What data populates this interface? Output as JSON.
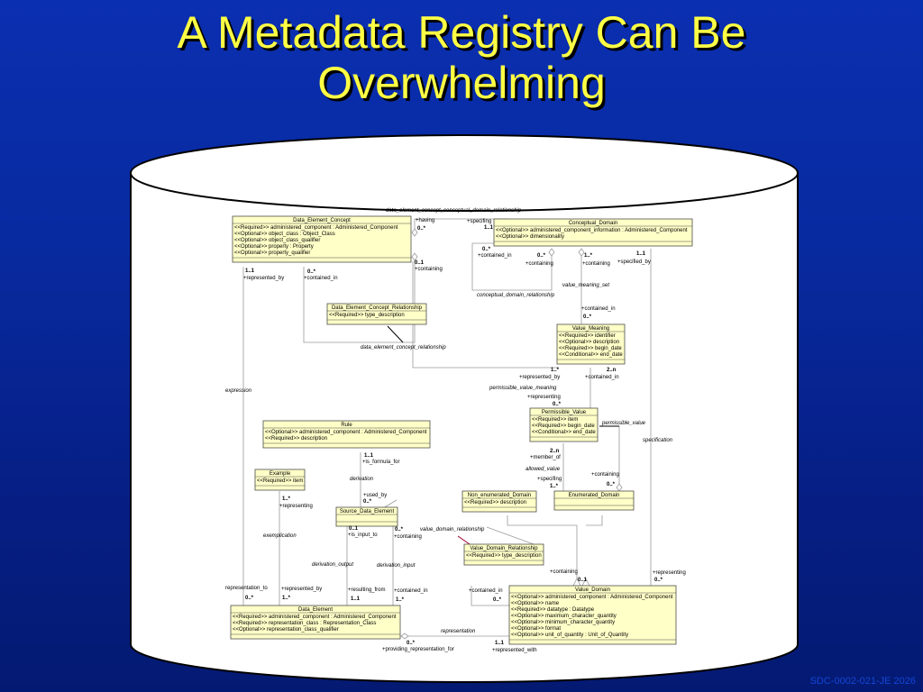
{
  "title_line1": "A Metadata Registry Can Be",
  "title_line2": "Overwhelming",
  "footer": "SDC-0002-021-JE 2026",
  "colors": {
    "background": "#082aa0",
    "title": "#ffff44",
    "class_fill": "#ffffc8",
    "cylinder_fill": "#ffffff"
  },
  "classes": {
    "dec": {
      "name": "Data_Element_Concept",
      "attrs": [
        "<<Required>> administered_component : Administered_Component",
        "<<Optional>> object_class : Object_Class",
        "<<Optional>> object_class_qualifier",
        "<<Optional>> property : Property",
        "<<Optional>> property_qualifier"
      ]
    },
    "cd": {
      "name": "Conceptual_Domain",
      "attrs": [
        "<<Optional>> administered_component_information : Administered_Component",
        "<<Optional>> dimensionality"
      ]
    },
    "decr": {
      "name": "Data_Element_Concept_Relationship",
      "attrs": [
        "<<Required>> type_description"
      ]
    },
    "vm": {
      "name": "Value_Meaning",
      "attrs": [
        "<<Required>> identifier",
        "<<Optional>> description",
        "<<Required>> begin_date",
        "<<Conditional>> end_date"
      ]
    },
    "pv": {
      "name": "Permissible_Value",
      "attrs": [
        "<<Required>> item",
        "<<Required>> begin_date",
        "<<Conditional>> end_date"
      ]
    },
    "rule": {
      "name": "Rule",
      "attrs": [
        "<<Optional>> administered_component : Administered_Component",
        "<<Required>> description"
      ]
    },
    "example": {
      "name": "Example",
      "attrs": [
        "<<Required>> item"
      ]
    },
    "sde": {
      "name": "Source_Data_Element",
      "attrs": []
    },
    "ned": {
      "name": "Non_enumerated_Domain",
      "attrs": [
        "<<Required>> description"
      ]
    },
    "ed": {
      "name": "Enumerated_Domain",
      "attrs": []
    },
    "vdr": {
      "name": "Value_Domain_Relationship",
      "attrs": [
        "<<Required>> type_description"
      ]
    },
    "vd": {
      "name": "Value_Domain",
      "attrs": [
        "<<Optional>> administered_component : Administered_Component",
        "<<Optional>> name",
        "<<Required>> datatype : Datatype",
        "<<Optional>> maximum_character_quantity",
        "<<Optional>> minimum_character_quantity",
        "<<Optional>> format",
        "<<Optional>> unit_of_quantity : Unit_of_Quantity"
      ]
    },
    "de": {
      "name": "Data_Element",
      "attrs": [
        "<<Required>> administered_component : Administered_Component",
        "<<Required>> representation_class : Representation_Class",
        "<<Optional>> representation_class_qualifier"
      ]
    }
  },
  "labels": {
    "l1": "data_element_concept_conceptual_domain_relationship",
    "l2": "+having",
    "l3": "0..*",
    "l4": "+specifing",
    "l5": "1..1",
    "l6": "0..*",
    "l7": "+contained_in",
    "l8": "0..*",
    "l9": "+containing",
    "l10": "1..*",
    "l11": "+containing",
    "l12": "1..1",
    "l13": "+specified_by",
    "l14": "1..1",
    "l15": "+represented_by",
    "l16": "0..*",
    "l17": "+contained_in",
    "l18": "0..1",
    "l19": "+containing",
    "l20": "conceptual_domain_relationship",
    "l21": "value_meaning_set",
    "l22": "data_element_concept_relationship",
    "l23": "+contained_in",
    "l24": "0..*",
    "l25": "1..*",
    "l26": "+represented_by",
    "l27": "2..n",
    "l28": "+contained_in",
    "l29": "permissible_value_meaning",
    "l30": "+representing",
    "l31": "0..*",
    "l32": "expression",
    "l33": "permissible_value",
    "l34": "specification",
    "l35": "1..1",
    "l36": "+is_formula_for",
    "l37": "2..n",
    "l38": "+member_of",
    "l39": "allowed_value",
    "l40": "derivation",
    "l41": "+containing",
    "l42": "+specifing",
    "l43": "1..*",
    "l44": "0..*",
    "l45": "1..*",
    "l46": "+representing",
    "l47": "+used_by",
    "l48": "0..*",
    "l49": "0..1",
    "l50": "+is_input_to",
    "l51": "0..*",
    "l52": "+containing",
    "l53": "value_domain_relationship",
    "l54": "exemplication",
    "l55": "derivation_output",
    "l56": "derivation_input",
    "l57": "+containing",
    "l58": "0..1",
    "l59": "+representing",
    "l60": "0..*",
    "l61": "representation_to",
    "l62": "0..*",
    "l63": "+represented_by",
    "l64": "1..*",
    "l65": "+resulting_from",
    "l66": "1..1",
    "l67": "+contained_in",
    "l68": "1..*",
    "l69": "+contained_in",
    "l70": "0..*",
    "l71": "representation",
    "l72": "0..*",
    "l73": "+providing_representation_for",
    "l74": "1..1",
    "l75": "+represented_with"
  }
}
